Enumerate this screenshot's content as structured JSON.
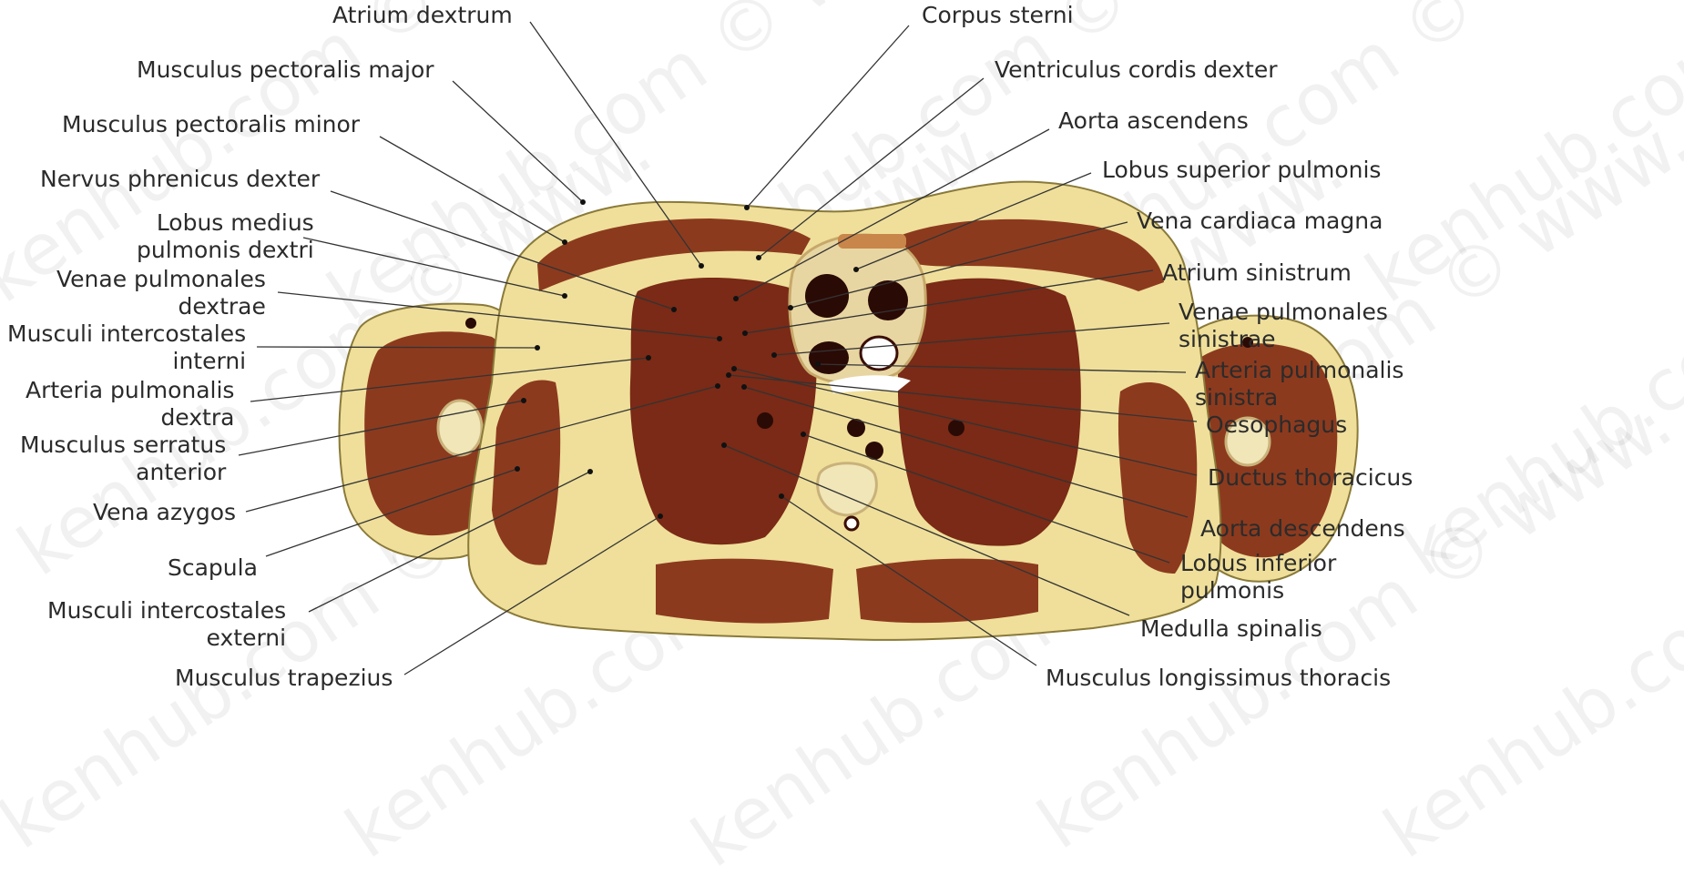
{
  "watermark": "kenhub.com © www.",
  "labels_left": [
    {
      "id": "atrium-dextrum",
      "lines": [
        "Atrium dextrum"
      ]
    },
    {
      "id": "musculus-pectoralis-major",
      "lines": [
        "Musculus pectoralis major"
      ]
    },
    {
      "id": "musculus-pectoralis-minor",
      "lines": [
        "Musculus pectoralis minor"
      ]
    },
    {
      "id": "nervus-phrenicus-dexter",
      "lines": [
        "Nervus phrenicus dexter"
      ]
    },
    {
      "id": "lobus-medius-pulmonis-dextri",
      "lines": [
        "Lobus medius",
        "pulmonis dextri"
      ]
    },
    {
      "id": "venae-pulmonales-dextrae",
      "lines": [
        "Venae pulmonales",
        "dextrae"
      ]
    },
    {
      "id": "musculi-intercostales-interni",
      "lines": [
        "Musculi intercostales",
        "interni"
      ]
    },
    {
      "id": "arteria-pulmonalis-dextra",
      "lines": [
        "Arteria pulmonalis",
        "dextra"
      ]
    },
    {
      "id": "musculus-serratus-anterior",
      "lines": [
        "Musculus serratus",
        "anterior"
      ]
    },
    {
      "id": "vena-azygos",
      "lines": [
        "Vena azygos"
      ]
    },
    {
      "id": "scapula",
      "lines": [
        "Scapula"
      ]
    },
    {
      "id": "musculi-intercostales-externi",
      "lines": [
        "Musculi intercostales",
        "externi"
      ]
    },
    {
      "id": "musculus-trapezius",
      "lines": [
        "Musculus trapezius"
      ]
    }
  ],
  "labels_right": [
    {
      "id": "corpus-sterni",
      "lines": [
        "Corpus sterni"
      ]
    },
    {
      "id": "ventriculus-cordis-dexter",
      "lines": [
        "Ventriculus cordis dexter"
      ]
    },
    {
      "id": "aorta-ascendens",
      "lines": [
        "Aorta ascendens"
      ]
    },
    {
      "id": "lobus-superior-pulmonis",
      "lines": [
        "Lobus superior pulmonis"
      ]
    },
    {
      "id": "vena-cardiaca-magna",
      "lines": [
        "Vena cardiaca magna"
      ]
    },
    {
      "id": "atrium-sinistrum",
      "lines": [
        "Atrium sinistrum"
      ]
    },
    {
      "id": "venae-pulmonales-sinistrae",
      "lines": [
        "Venae pulmonales",
        "sinistrae"
      ]
    },
    {
      "id": "arteria-pulmonalis-sinistra",
      "lines": [
        "Arteria pulmonalis",
        "sinistra"
      ]
    },
    {
      "id": "oesophagus",
      "lines": [
        "Oesophagus"
      ]
    },
    {
      "id": "ductus-thoracicus",
      "lines": [
        "Ductus thoracicus"
      ]
    },
    {
      "id": "aorta-descendens",
      "lines": [
        "Aorta descendens"
      ]
    },
    {
      "id": "lobus-inferior-pulmonis",
      "lines": [
        "Lobus inferior",
        "pulmonis"
      ]
    },
    {
      "id": "medulla-spinalis",
      "lines": [
        "Medulla spinalis"
      ]
    },
    {
      "id": "musculus-longissimus-thoracis",
      "lines": [
        "Musculus longissimus thoracis"
      ]
    }
  ],
  "colors": {
    "skin": "#efdf9a",
    "fat": "#e4cf78",
    "muscle": "#8c3a1e",
    "lung": "#7a2a16",
    "dark": "#3a0e06",
    "bone": "#f1e6b8",
    "line": "#333333",
    "text": "#2b2b2b"
  }
}
